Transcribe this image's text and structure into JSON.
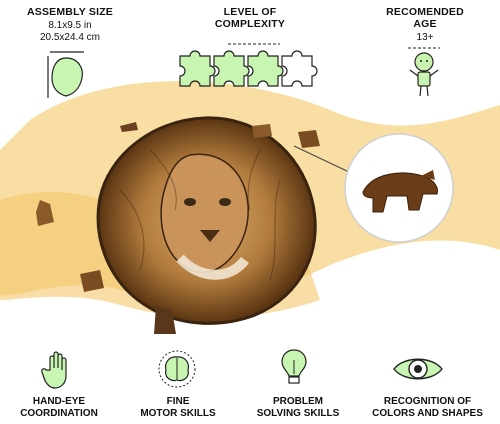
{
  "header": {
    "assembly_size": {
      "title": "ASSEMBLY SIZE",
      "inches": "8.1x9.5 in",
      "cm": "20.5x24.4 cm"
    },
    "complexity": {
      "title_line1": "LEVEL OF",
      "title_line2": "COMPLEXITY",
      "level": 0.75
    },
    "age": {
      "title_line1": "RECOMENDED",
      "title_line2": "AGE",
      "value": "13+"
    }
  },
  "skills": [
    {
      "line1": "HAND-EYE",
      "line2": "COORDINATION"
    },
    {
      "line1": "FINE",
      "line2": "MOTOR SKILLS"
    },
    {
      "line1": "PROBLEM",
      "line2": "SOLVING SKILLS"
    },
    {
      "line1": "RECOGNITION OF",
      "line2": "COLORS AND SHAPES"
    }
  ],
  "colors": {
    "accent": "#c9f5b3",
    "wave": "#f6d38a",
    "wood": "#8a5a2b"
  }
}
